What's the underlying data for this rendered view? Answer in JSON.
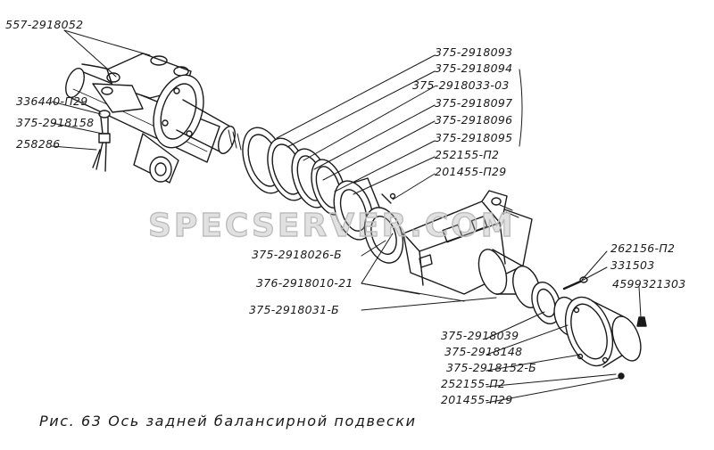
{
  "labels": {
    "l1": "557-2918052",
    "l2": "375-2918093",
    "l3": "375-2918094",
    "l4": "375-2918033-03",
    "l5": "375-2918097",
    "l6": "375-2918096",
    "l7": "375-2918095",
    "l8": "252155-П2",
    "l9": "201455-П29",
    "l10": "336440-П29",
    "l11": "375-2918158",
    "l12": "258286",
    "l13": "375-2918026-Б",
    "l14": "376-2918010-21",
    "l15": "375-2918031-Б",
    "l16": "262156-П2",
    "l17": "331503",
    "l18": "4599321303",
    "l19": "375-2918039",
    "l20": "375-2918148",
    "l21": "375-2918152-Б",
    "l22": "252155-П2",
    "l23": "201455-П29"
  },
  "caption": "Рис. 63  Ось задней балансирной подвески",
  "watermark": "SPECSERVER.COM",
  "colors": {
    "ink": "#1a1a1a",
    "paper": "#ffffff",
    "watermark": "#bdbdbd"
  }
}
